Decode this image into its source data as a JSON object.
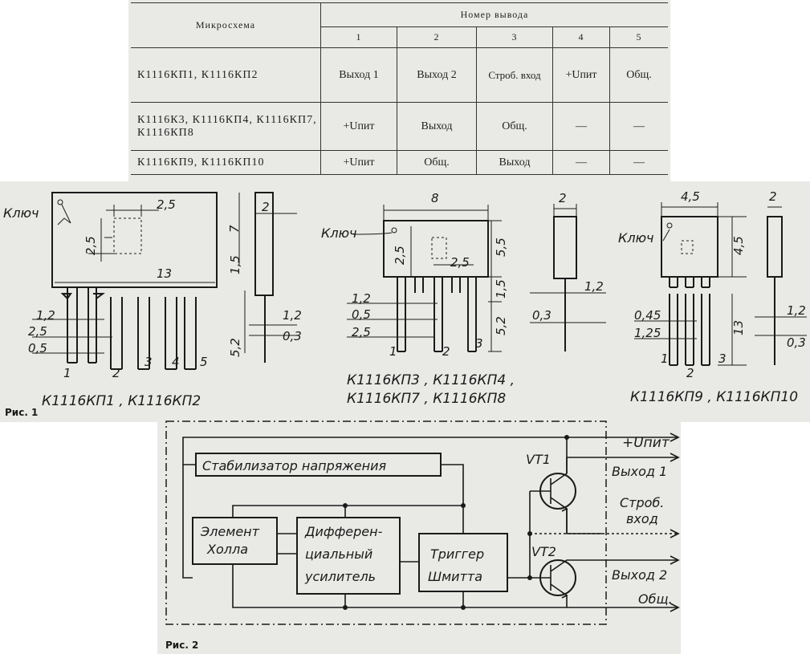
{
  "table": {
    "col_header_chip": "Микросхема",
    "col_header_pins": "Номер вывода",
    "pin_numbers": [
      "1",
      "2",
      "3",
      "4",
      "5"
    ],
    "rows": [
      {
        "chip": "К1116КП1, К1116КП2",
        "pins": [
          "Выход 1",
          "Выход 2",
          "Строб. вход",
          "+Uпит",
          "Общ."
        ]
      },
      {
        "chip": "К1116К3,   К1116КП4, К1116КП7, К1116КП8",
        "pins": [
          "+Uпит",
          "Выход",
          "Общ.",
          "—",
          "—"
        ]
      },
      {
        "chip": "К1116КП9, К1116КП10",
        "pins": [
          "+Uпит",
          "Общ.",
          "Выход",
          "—",
          "—"
        ]
      }
    ]
  },
  "fig1": {
    "label": "Рис. 1",
    "key_label": "Ключ",
    "pkg_a": {
      "caption": "К1116КП1 , К1116КП2",
      "dims": [
        "2,5",
        "2,5",
        "13",
        "7",
        "2",
        "1,5",
        "1,2",
        "2,5",
        "0,5",
        "5,2",
        "1,2",
        "0,3"
      ],
      "pins": [
        "1",
        "2",
        "3",
        "4",
        "5"
      ]
    },
    "pkg_b": {
      "caption_line1": "К1116КП3 , К1116КП4 ,",
      "caption_line2": "К1116КП7 , К1116КП8",
      "dims": [
        "8",
        "2,5",
        "2,5",
        "5,5",
        "1,5",
        "1,2",
        "0,5",
        "2,5",
        "5,2",
        "2",
        "1,2",
        "0,3"
      ],
      "pins": [
        "1",
        "2",
        "3"
      ]
    },
    "pkg_c": {
      "caption": "К1116КП9 , К1116КП10",
      "dims": [
        "4,5",
        "4,5",
        "0,45",
        "1,25",
        "13",
        "2",
        "1,2",
        "0,3"
      ],
      "pins": [
        "1",
        "2",
        "3"
      ]
    }
  },
  "fig2": {
    "label": "Рис. 2",
    "blocks": {
      "stabilizer": "Стабилизатор  напряжения",
      "hall_line1": "Элемент",
      "hall_line2": "Холла",
      "amp_line1": "Диффе­рен-",
      "amp_line2": "циальный",
      "amp_line3": "усилитель",
      "trigger_line1": "Триггер",
      "trigger_line2": "Шмитта"
    },
    "transistors": [
      "VT1",
      "VT2"
    ],
    "outputs": {
      "supply": "+Uпит",
      "out1": "Выход 1",
      "strobe_line1": "Строб.",
      "strobe_line2": "вход",
      "out2": "Выход 2",
      "common": "Общ."
    }
  }
}
